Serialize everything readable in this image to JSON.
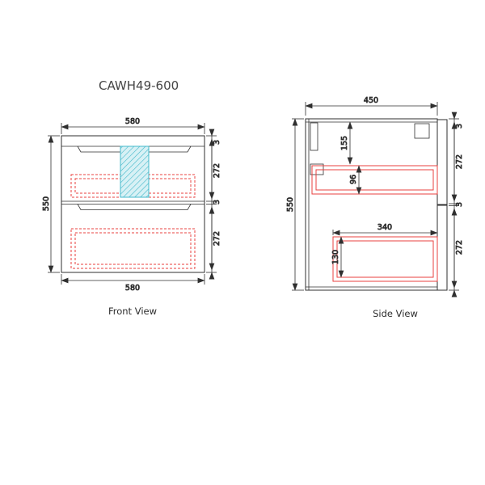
{
  "title": "CAWH49-600",
  "front_view": {
    "label": "Front View",
    "dim_top": "580",
    "dim_bottom": "580",
    "dim_height": "550",
    "dim_gap_top": "3",
    "dim_drawer1": "272",
    "dim_gap_mid": "3",
    "dim_drawer2": "272"
  },
  "side_view": {
    "label": "Side View",
    "dim_depth": "450",
    "dim_height": "550",
    "dim_gap_top": "3",
    "dim_front1": "272",
    "dim_gap_mid": "3",
    "dim_front2": "272",
    "dim_inner_top": "155",
    "dim_drawer1_height": "96",
    "dim_drawer_depth": "340",
    "dim_drawer2_height": "130"
  },
  "colors": {
    "outline": "#2f2f2f",
    "drawing_red": "#e8413f",
    "hatch_fill": "#d8f1f5",
    "hatch_line": "#43b9cb"
  }
}
